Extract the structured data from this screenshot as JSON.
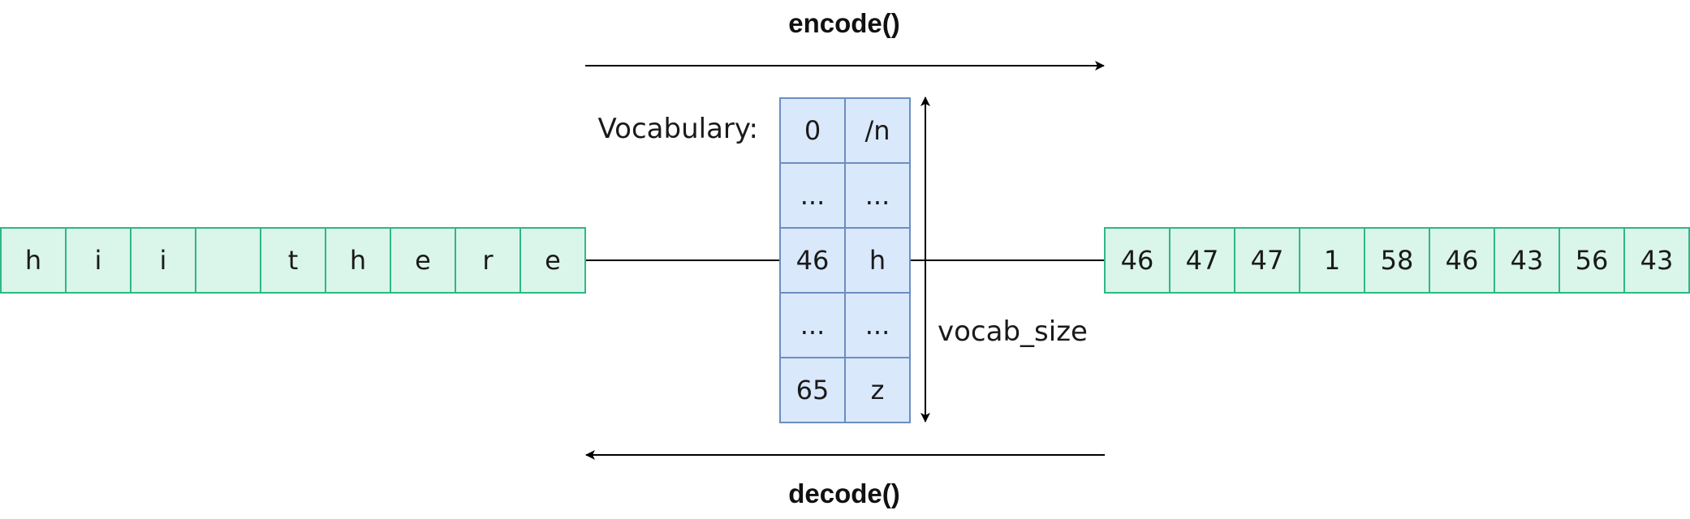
{
  "input_chars": [
    "h",
    "i",
    "i",
    "",
    "t",
    "h",
    "e",
    "r",
    "e"
  ],
  "output_ids": [
    "46",
    "47",
    "47",
    "1",
    "58",
    "46",
    "43",
    "56",
    "43"
  ],
  "vocabulary": {
    "label": "Vocabulary:",
    "rows": [
      {
        "id": "0",
        "char": "/n"
      },
      {
        "id": "...",
        "char": "..."
      },
      {
        "id": "46",
        "char": "h"
      },
      {
        "id": "...",
        "char": "..."
      },
      {
        "id": "65",
        "char": "z"
      }
    ]
  },
  "size_label": "vocab_size",
  "encode_label": "encode()",
  "decode_label": "decode()",
  "colors": {
    "seq_fill": "#daf5ea",
    "seq_stroke": "#2db886",
    "vocab_fill": "#dae8fc",
    "vocab_stroke": "#6c8ebf",
    "line": "#000000"
  }
}
